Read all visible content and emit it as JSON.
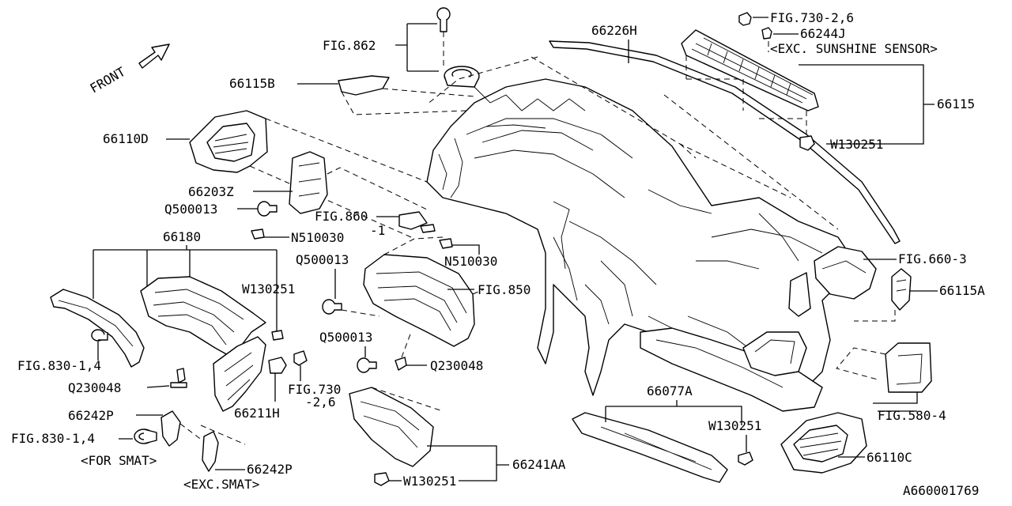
{
  "front_label": "FRONT",
  "catalog_id": "A660001769",
  "labels": {
    "fig_862": "FIG.862",
    "p66226H": "66226H",
    "fig_730_26_top": "FIG.730-2,6",
    "p66244J": "66244J",
    "exc_sunshine": "<EXC. SUNSHINE SENSOR>",
    "p66115B": "66115B",
    "p66115": "66115",
    "p66110D": "66110D",
    "w130251_right": "W130251",
    "p66203Z": "66203Z",
    "q500013_left": "Q500013",
    "fig_860_a": "FIG.860",
    "fig_860_b": "-1",
    "p66180": "66180",
    "n510030_left": "N510030",
    "fig_660_3": "FIG.660-3",
    "q500013_mid": "Q500013",
    "n510030_mid": "N510030",
    "p66115A": "66115A",
    "w130251_mid": "W130251",
    "fig_850": "FIG.850",
    "fig_830_14_a": "FIG.830-1,4",
    "q500013_low": "Q500013",
    "q230048_right": "Q230048",
    "q230048_left": "Q230048",
    "fig_730_a": "FIG.730",
    "fig_730_b": "-2,6",
    "p66077A": "66077A",
    "fig_580_4": "FIG.580-4",
    "p66242P_a": "66242P",
    "p66211H": "66211H",
    "w130251_low": "W130251",
    "fig_830_14_b": "FIG.830-1,4",
    "for_smat": "<FOR SMAT>",
    "p66110C": "66110C",
    "p66242P_b": "66242P",
    "p66241AA": "66241AA",
    "exc_smat": "<EXC.SMAT>",
    "w130251_bottom": "W130251"
  }
}
